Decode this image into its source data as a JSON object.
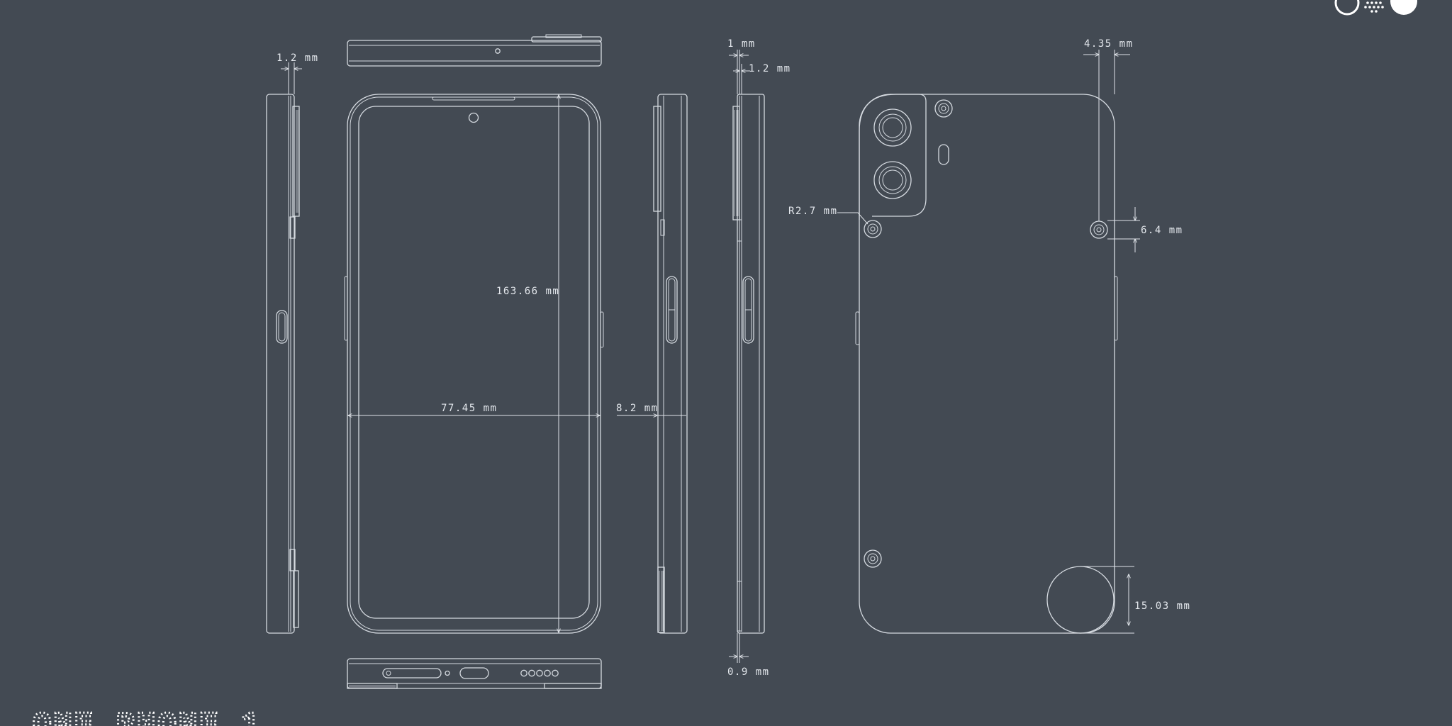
{
  "title": "ONE PHONE 1",
  "dimensions": {
    "frame_thickness": "1.2 mm",
    "height": "163.66 mm",
    "width": "77.45 mm",
    "depth": "8.2 mm",
    "side_offset": "1 mm",
    "side_thickness": "1.2 mm",
    "bottom_lip": "0.9 mm",
    "screw_offset": "4.35 mm",
    "corner_radius": "R2.7 mm",
    "screw_size": "6.4 mm",
    "wireless_coil": "15.03 mm"
  },
  "colors": {
    "background": "#434a53",
    "line": "#d5dae0"
  }
}
